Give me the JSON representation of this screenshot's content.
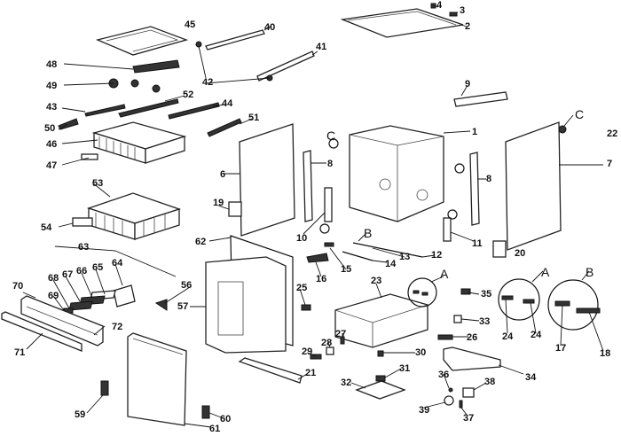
{
  "diagram": {
    "labels": [
      "1",
      "2",
      "3",
      "4",
      "6",
      "7",
      "8",
      "8",
      "9",
      "10",
      "11",
      "12",
      "13",
      "14",
      "15",
      "16",
      "17",
      "18",
      "19",
      "20",
      "21",
      "22",
      "23",
      "24",
      "24",
      "25",
      "26",
      "27",
      "28",
      "29",
      "30",
      "31",
      "32",
      "33",
      "34",
      "35",
      "36",
      "37",
      "38",
      "39",
      "40",
      "41",
      "42",
      "43",
      "44",
      "45",
      "46",
      "47",
      "48",
      "49",
      "50",
      "51",
      "52",
      "53",
      "54",
      "56",
      "57",
      "59",
      "60",
      "61",
      "62",
      "63",
      "64",
      "65",
      "66",
      "67",
      "68",
      "69",
      "70",
      "71",
      "72"
    ],
    "detail_markers": [
      "C",
      "C",
      "B",
      "A",
      "A",
      "B"
    ]
  }
}
